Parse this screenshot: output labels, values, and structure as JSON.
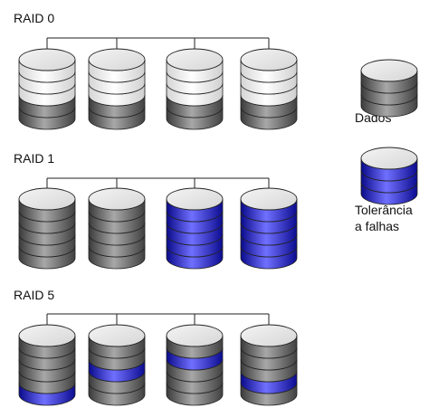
{
  "groups": [
    {
      "title": "RAID 0",
      "disks": [
        [
          "light",
          "light",
          "light",
          "dark",
          "dark"
        ],
        [
          "light",
          "light",
          "light",
          "dark",
          "dark"
        ],
        [
          "light",
          "light",
          "light",
          "dark",
          "dark"
        ],
        [
          "light",
          "light",
          "light",
          "dark",
          "dark"
        ]
      ]
    },
    {
      "title": "RAID 1",
      "disks": [
        [
          "dark",
          "dark",
          "dark",
          "dark",
          "dark"
        ],
        [
          "dark",
          "dark",
          "dark",
          "dark",
          "dark"
        ],
        [
          "blue",
          "blue",
          "blue",
          "blue",
          "blue"
        ],
        [
          "blue",
          "blue",
          "blue",
          "blue",
          "blue"
        ]
      ]
    },
    {
      "title": "RAID 5",
      "disks": [
        [
          "dark",
          "dark",
          "dark",
          "dark",
          "blue"
        ],
        [
          "dark",
          "dark",
          "blue",
          "dark",
          "dark"
        ],
        [
          "dark",
          "blue",
          "dark",
          "dark",
          "dark"
        ],
        [
          "dark",
          "dark",
          "dark",
          "blue",
          "dark"
        ]
      ]
    }
  ],
  "legend": [
    {
      "label_lines": [
        "Dados"
      ],
      "kind": "dark"
    },
    {
      "label_lines": [
        "Tolerância",
        "a falhas"
      ],
      "kind": "blue"
    }
  ],
  "colors": {
    "top": "#e6e6e6",
    "light": "#eeeeee",
    "dark": "#6b6b6b",
    "blue": "#2727d6",
    "outline": "#222222"
  }
}
